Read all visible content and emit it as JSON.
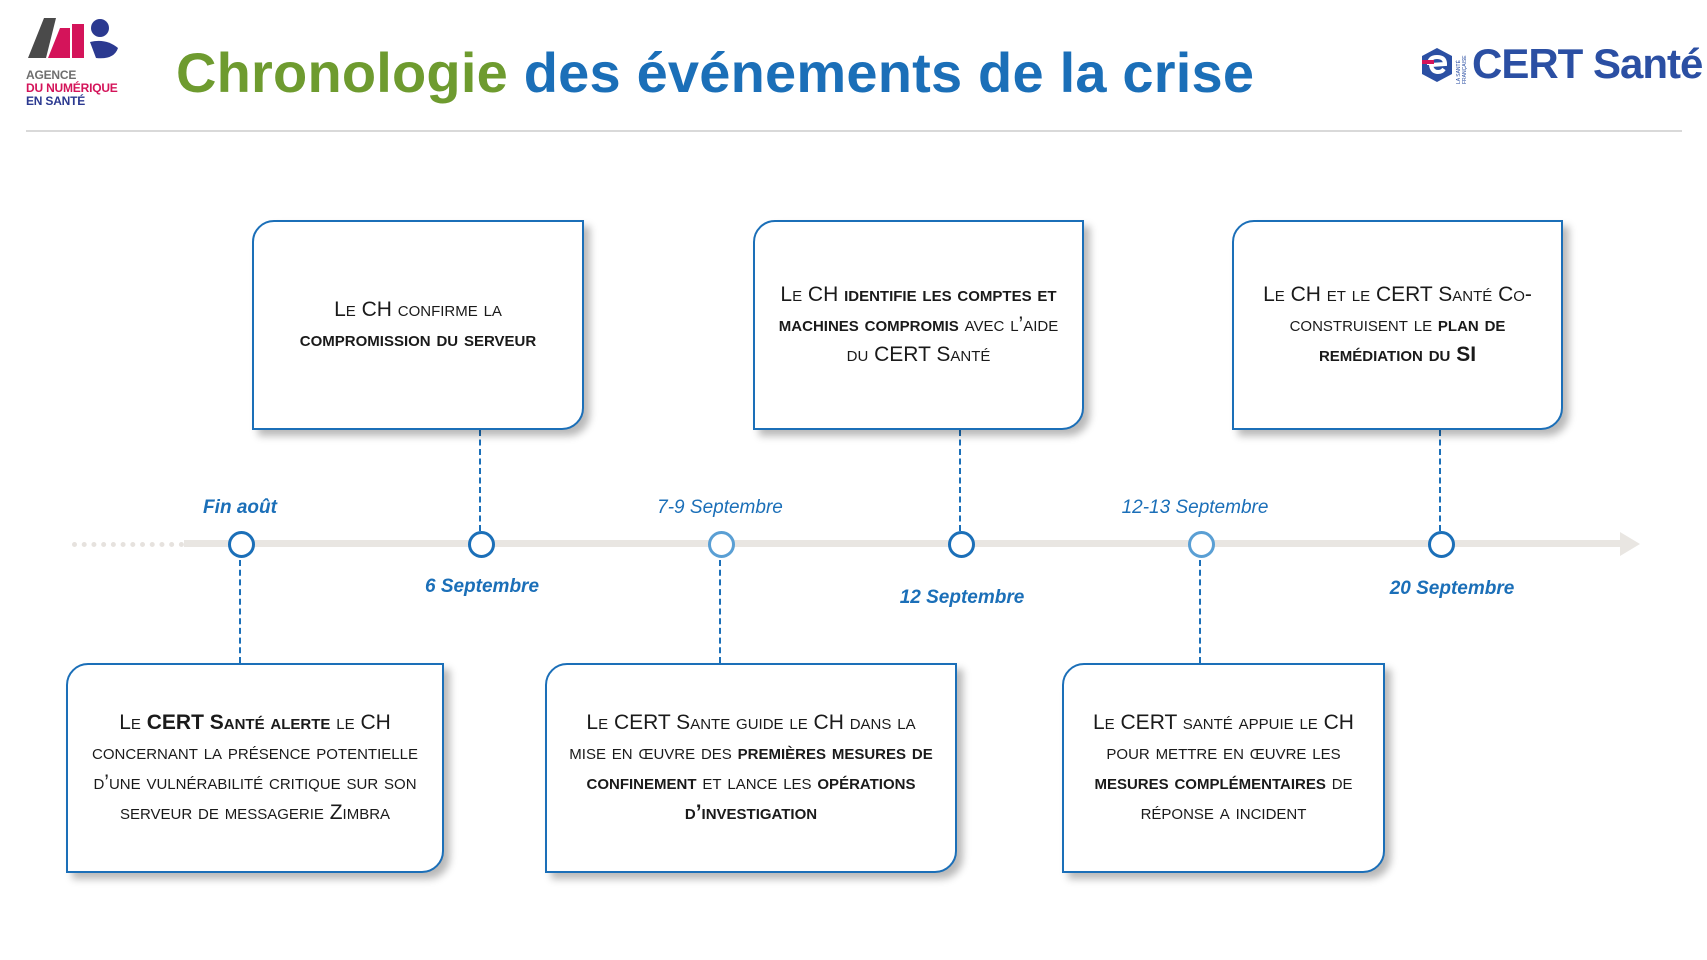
{
  "header": {
    "logo_left": {
      "lines": [
        "AGENCE",
        "DU NUMÉRIQUE",
        "EN SANTÉ"
      ],
      "icon": "ans-logo-icon"
    },
    "title_part1": "Chronologie",
    "title_part2": "des événements de la crise",
    "logo_right": {
      "word": "CERT Santé",
      "small": "LA SANTÉ FRANÇAISE",
      "icon": "cert-sante-logo-icon"
    }
  },
  "colors": {
    "title_green": "#6e9b2f",
    "accent_blue": "#1b6fb8",
    "axis_grey": "#e9e6e2"
  },
  "timeline": {
    "dates": [
      {
        "label": "Fin août"
      },
      {
        "label": "6 Septembre"
      },
      {
        "label": "7-9 Septembre"
      },
      {
        "label": "12 Septembre"
      },
      {
        "label": "12-13 Septembre"
      },
      {
        "label": "20 Septembre"
      }
    ],
    "events": [
      {
        "date_label": "Fin août",
        "text": [
          "Le ",
          "CERT Santé alerte",
          " le CH concernant la présence potentielle d’une vulnérabilité critique sur son serveur de messagerie Zimbra"
        ]
      },
      {
        "date_label": "6 Septembre",
        "text": [
          "Le CH confirme la ",
          "compromission du serveur",
          ""
        ]
      },
      {
        "date_label": "7-9 Septembre",
        "text": [
          "Le CERT Sante guide le CH dans la mise en œuvre des ",
          "premières mesures de confinement",
          " et lance les ",
          "opérations d’investigation",
          ""
        ]
      },
      {
        "date_label": "12 Septembre",
        "text": [
          "Le CH ",
          "identifie les comptes et machines compromis",
          " avec l’aide du CERT Santé"
        ]
      },
      {
        "date_label": "12-13 Septembre",
        "text": [
          "Le CERT santé appuie le CH pour mettre en œuvre les ",
          "mesures complémentaires",
          " de réponse a incident"
        ]
      },
      {
        "date_label": "20 Septembre",
        "text": [
          "Le CH et le CERT Santé Co-construisent le ",
          "plan de remédiation du SI",
          ""
        ]
      }
    ]
  }
}
